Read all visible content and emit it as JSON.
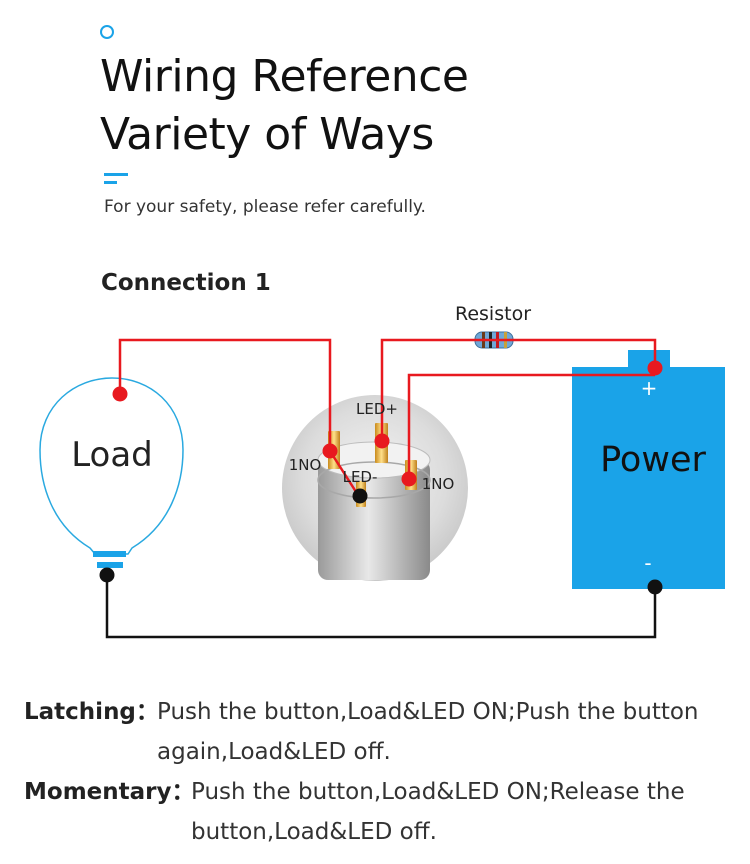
{
  "header": {
    "title_line1": "Wiring Reference",
    "title_line2": "Variety of Ways",
    "subtitle": "For your safety, please refer carefully."
  },
  "connection": {
    "heading": "Connection 1",
    "labels": {
      "resistor": "Resistor",
      "load": "Load",
      "power": "Power",
      "plus": "+",
      "minus": "-",
      "led_plus": "LED+",
      "led_minus": "LED-",
      "no_left": "1NO",
      "no_right": "1NO"
    }
  },
  "notes": {
    "latching_label": "Latching：",
    "latching_line1": "Push the button,Load&LED ON;Push the button",
    "latching_line2": "again,Load&LED off.",
    "momentary_label": "Momentary：",
    "momentary_line1": "Push the button,Load&LED ON;Release the",
    "momentary_line2": "button,Load&LED off."
  },
  "colors": {
    "accent": "#1aa3e8",
    "wire_red": "#e8191f",
    "wire_black": "#111111",
    "power_block": "#1aa3e8"
  }
}
